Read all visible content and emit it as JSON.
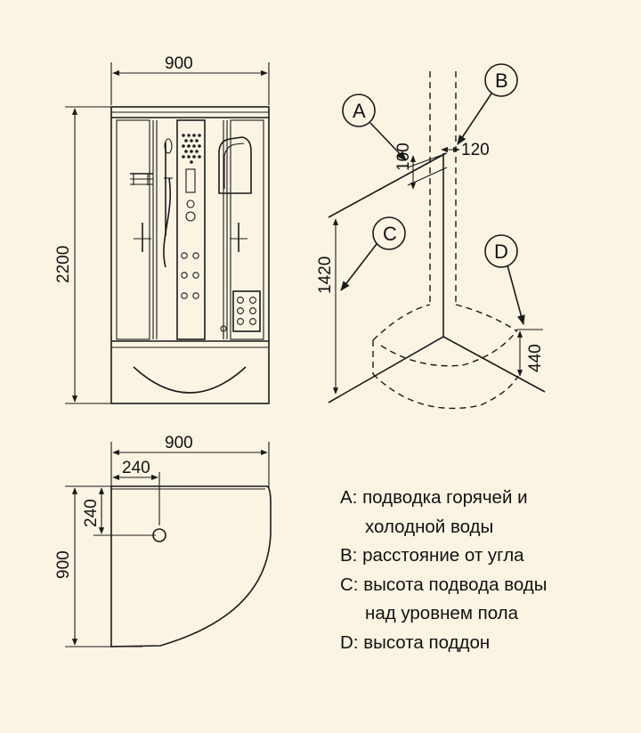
{
  "front_view": {
    "width_label": "900",
    "height_label": "2200"
  },
  "corner_view": {
    "markers": {
      "a": "A",
      "b": "B",
      "c": "C",
      "d": "D"
    },
    "dim_a": "100",
    "dim_b": "120",
    "dim_c": "1420",
    "dim_d": "440"
  },
  "top_view": {
    "width_label": "900",
    "depth_label": "900",
    "offset_x_label": "240",
    "offset_y_label": "240"
  },
  "legend": {
    "a_line1": "A: подводка горячей и",
    "a_line2": "холодной воды",
    "b_line1": "B: расстояние от угла",
    "c_line1": "C: высота подвода воды",
    "c_line2": "над  уровнем пола",
    "d_line1": "D: высота поддон"
  },
  "colors": {
    "background": "#fbf4e3",
    "ink": "#1a1a1a"
  }
}
